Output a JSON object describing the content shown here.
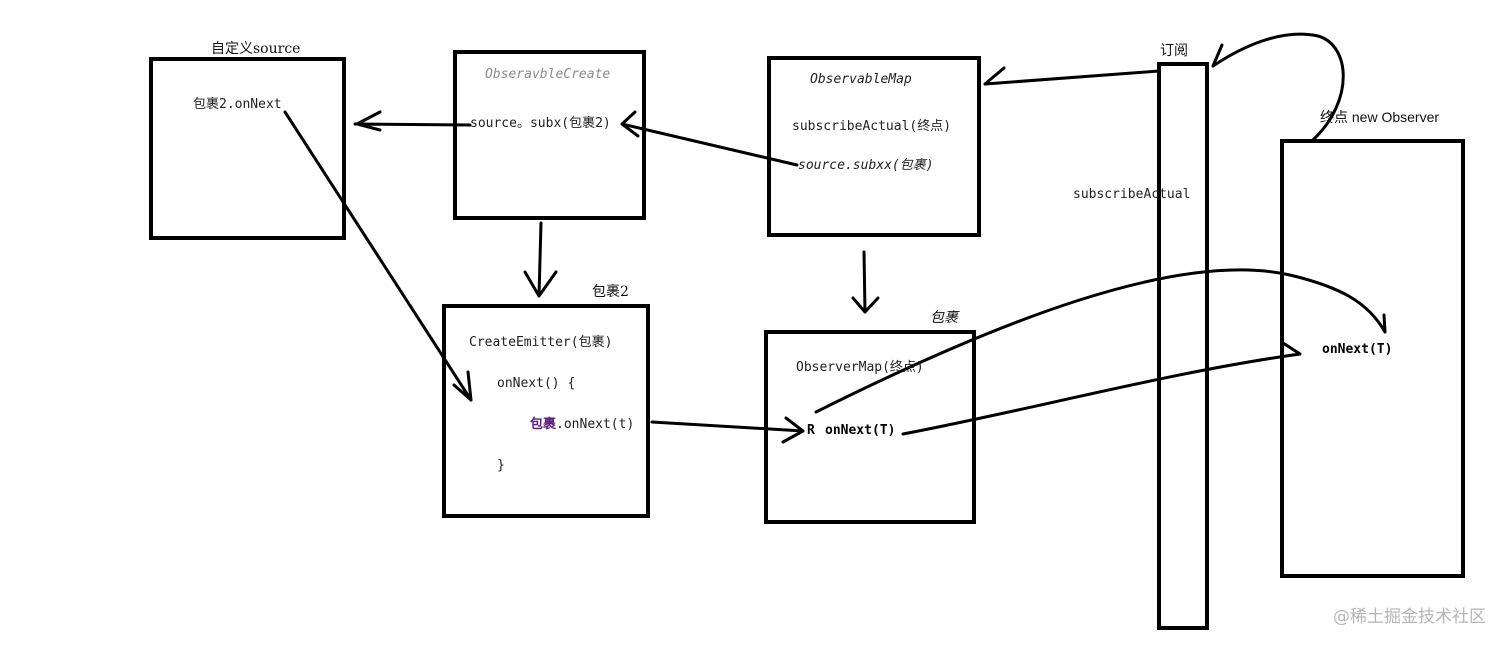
{
  "labels": {
    "custom_source_title": "自定义source",
    "custom_source_line": "包裹2.onNext",
    "observable_create_title": "ObseravbleCreate",
    "observable_create_line": "source。subx(包裹2)",
    "observable_map_title": "ObservableMap",
    "observable_map_line1": "subscribeActual(终点)",
    "observable_map_line2": "source.subxx(包裹)",
    "subscribe_title": "订阅",
    "subscribe_actual": "subscribeActual",
    "endpoint_title": "终点 new Observer",
    "endpoint_onnext": "onNext(T)",
    "wrap2_title": "包裹2",
    "emitter_line1": "CreateEmitter(包裹)",
    "emitter_line2": "onNext() {",
    "emitter_line3_prefix": "包裹",
    "emitter_line3_suffix": ".onNext(t)",
    "emitter_line4": "}",
    "wrap_title": "包裹",
    "observer_map_title": "ObserverMap(终点)",
    "observer_map_r": "R",
    "observer_map_onnext": "onNext(T)"
  },
  "watermark": "@稀土掘金技术社区",
  "colors": {
    "line": "#000000",
    "gray_title": "#8a8a8a",
    "purple_text": "#5b1f7a",
    "watermark": "#b5b5b5"
  }
}
